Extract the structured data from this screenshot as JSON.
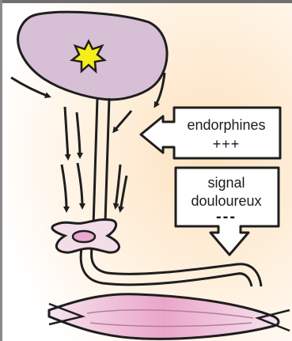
{
  "labels": {
    "endorphines": "endorphines",
    "endorphines_level": "+++",
    "signal_line1": "signal",
    "signal_line2": "douloureux",
    "signal_level": "---"
  },
  "colors": {
    "background_warm": "#fde2bf",
    "brain_fill": "#d7bfd6",
    "star_fill": "#f6ee1a",
    "ganglion_fill": "#f3dde9",
    "nucleus_fill": "#e9a9cf",
    "muscle_fill": "#eab9d2",
    "outline": "#1e1e1e"
  }
}
